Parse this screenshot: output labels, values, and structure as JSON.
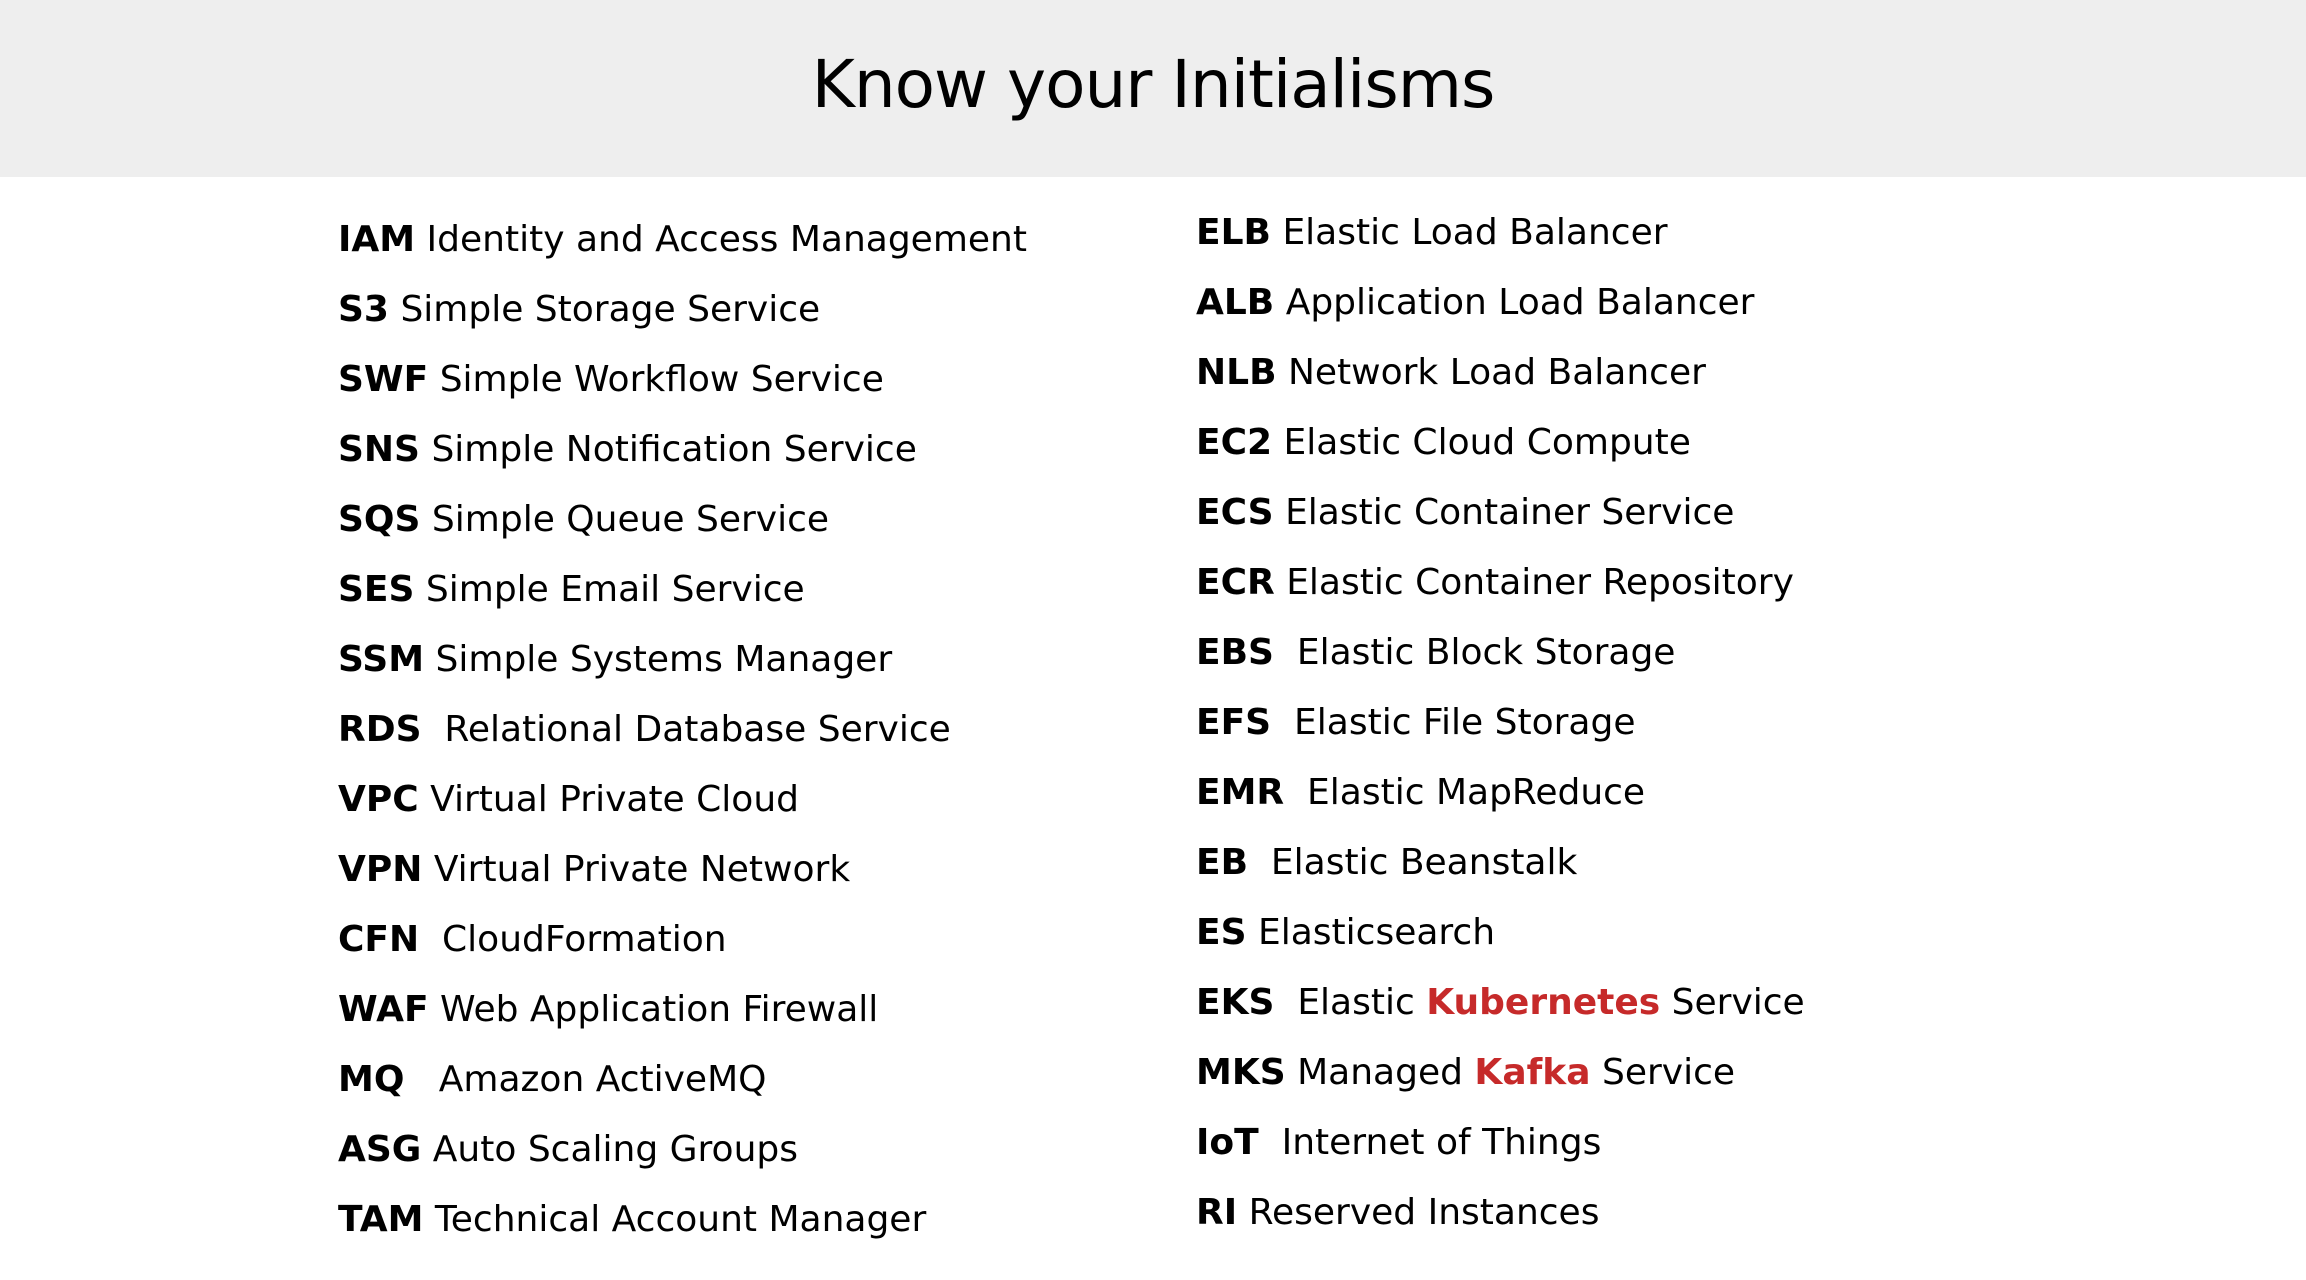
{
  "title": "Know your Initialisms",
  "colors": {
    "header_bg": "#eeeeee",
    "highlight": "#c62a2a"
  },
  "left": [
    {
      "abbr": "IAM",
      "text": "Identity and Access Management"
    },
    {
      "abbr": "S3",
      "text": "Simple Storage Service"
    },
    {
      "abbr": "SWF",
      "text": "Simple Workflow Service"
    },
    {
      "abbr": "SNS",
      "text": "Simple Notification Service"
    },
    {
      "abbr": "SQS",
      "text": "Simple Queue Service"
    },
    {
      "abbr": "SES",
      "text": "Simple Email Service"
    },
    {
      "abbr": "SSM",
      "text": "Simple Systems Manager"
    },
    {
      "abbr": "RDS",
      "text": "Relational Database Service"
    },
    {
      "abbr": "VPC",
      "text": "Virtual Private Cloud"
    },
    {
      "abbr": "VPN",
      "text": "Virtual Private Network"
    },
    {
      "abbr": "CFN",
      "text": "CloudFormation"
    },
    {
      "abbr": "WAF",
      "text": "Web Application Firewall"
    },
    {
      "abbr": "MQ",
      "text": "Amazon ActiveMQ"
    },
    {
      "abbr": "ASG",
      "text": "Auto Scaling Groups"
    },
    {
      "abbr": "TAM",
      "text": "Technical Account Manager"
    }
  ],
  "right": [
    {
      "abbr": "ELB",
      "text": "Elastic Load Balancer"
    },
    {
      "abbr": "ALB",
      "text": "Application Load Balancer"
    },
    {
      "abbr": "NLB",
      "text": "Network Load Balancer"
    },
    {
      "abbr": "EC2",
      "text": "Elastic Cloud Compute"
    },
    {
      "abbr": "ECS",
      "text": "Elastic Container Service"
    },
    {
      "abbr": "ECR",
      "text": "Elastic Container Repository"
    },
    {
      "abbr": "EBS",
      "text": "Elastic Block Storage"
    },
    {
      "abbr": "EFS",
      "text": "Elastic File Storage"
    },
    {
      "abbr": "EMR",
      "text": "Elastic MapReduce"
    },
    {
      "abbr": "EB",
      "text": "Elastic Beanstalk"
    },
    {
      "abbr": "ES",
      "text": "Elasticsearch"
    },
    {
      "abbr": "EKS",
      "pre": "Elastic",
      "highlight": "Kubernetes",
      "post": "Service"
    },
    {
      "abbr": "MKS",
      "pre": "Managed",
      "highlight": "Kafka",
      "post": "Service"
    },
    {
      "abbr": "IoT",
      "text": "Internet of Things"
    },
    {
      "abbr": "RI",
      "text": "Reserved Instances"
    }
  ]
}
